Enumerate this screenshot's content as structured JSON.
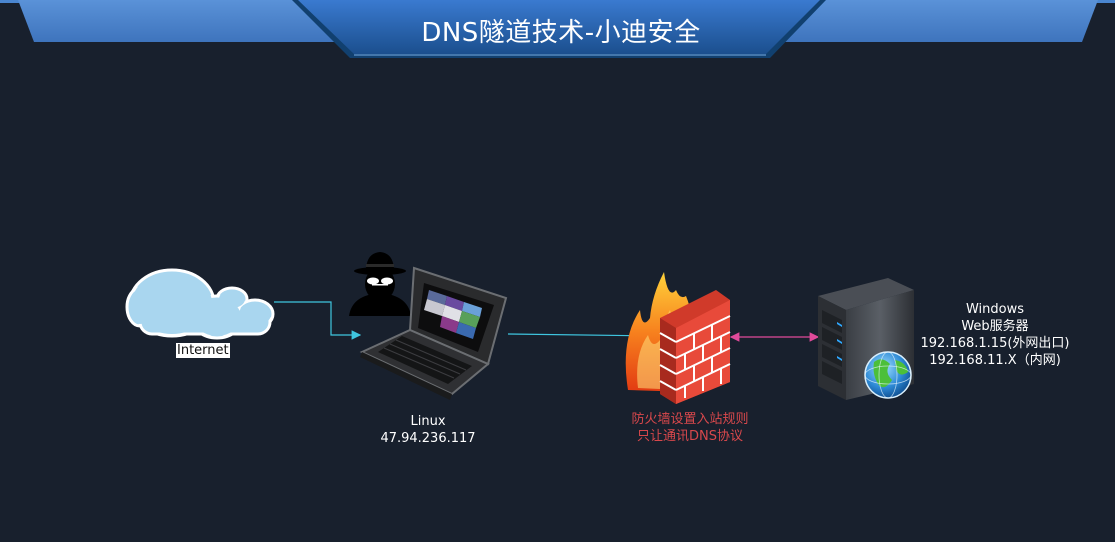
{
  "header": {
    "title": "DNS隧道技术-小迪安全"
  },
  "nodes": {
    "internet": {
      "label": "Internet"
    },
    "attacker": {
      "name": "Linux",
      "ip": "47.94.236.117"
    },
    "firewall": {
      "line1": "防火墙设置入站规则",
      "line2": "只让通讯DNS协议"
    },
    "server": {
      "os": "Windows",
      "role": "Web服务器",
      "ip_public": "192.168.1.15(外网出口)",
      "ip_internal": "192.168.11.X（内网)"
    }
  },
  "colors": {
    "background": "#18202d",
    "banner": "#1f5c9c",
    "link_cyan": "#3fc6e0",
    "link_pink": "#e04a9a",
    "firewall_text": "#d8484c"
  }
}
